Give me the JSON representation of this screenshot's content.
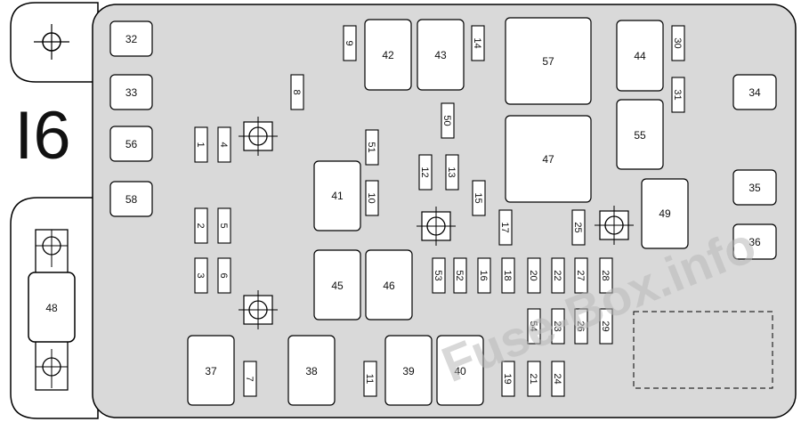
{
  "diagram": {
    "id_label": "I6",
    "watermark": "Fuse-Box.info",
    "relays": {
      "r32": "32",
      "r33": "33",
      "r56": "56",
      "r58": "58",
      "r42": "42",
      "r43": "43",
      "r57": "57",
      "r44": "44",
      "r34": "34",
      "r47": "47",
      "r55": "55",
      "r41": "41",
      "r35": "35",
      "r49": "49",
      "r36": "36",
      "r45": "45",
      "r46": "46",
      "r48": "48",
      "r37": "37",
      "r38": "38",
      "r39": "39",
      "r40": "40"
    },
    "fuses": {
      "f9": "9",
      "f14": "14",
      "f30": "30",
      "f8": "8",
      "f31": "31",
      "f50": "50",
      "f1": "1",
      "f4": "4",
      "f51": "51",
      "f12": "12",
      "f13": "13",
      "f10": "10",
      "f15": "15",
      "f2": "2",
      "f5": "5",
      "f17": "17",
      "f25": "25",
      "f3": "3",
      "f6": "6",
      "f53": "53",
      "f52": "52",
      "f16": "16",
      "f18": "18",
      "f20": "20",
      "f22": "22",
      "f27": "27",
      "f28": "28",
      "f54": "54",
      "f23": "23",
      "f26": "26",
      "f29": "29",
      "f7": "7",
      "f11": "11",
      "f19": "19",
      "f21": "21",
      "f24": "24"
    }
  },
  "colors": {
    "panel": "#d9d9d9",
    "box": "#ffffff",
    "stroke": "#000000",
    "watermark": "#b8b8b8"
  }
}
